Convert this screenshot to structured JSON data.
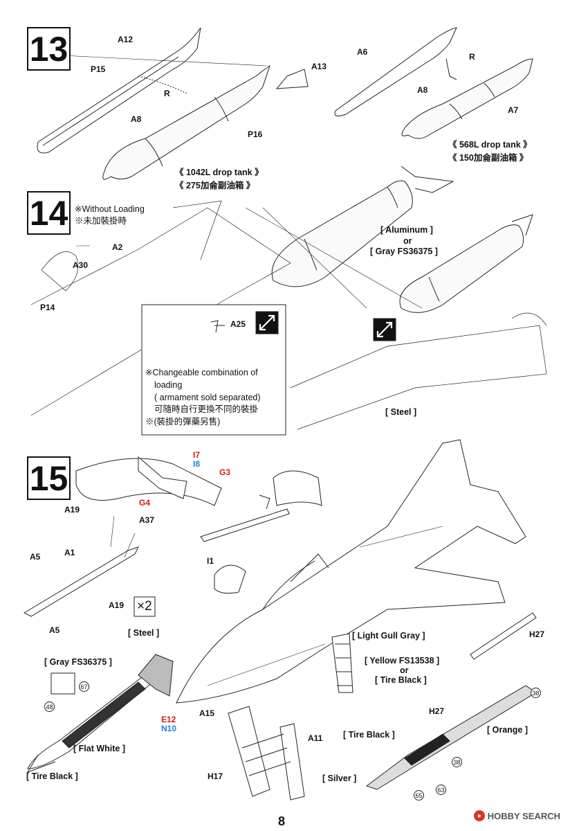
{
  "page": {
    "number": "8"
  },
  "watermark": {
    "text": "HOBBY SEARCH",
    "icon": "hobby-search-logo-icon"
  },
  "step13": {
    "number": "13",
    "labels": {
      "a12": "A12",
      "p15": "P15",
      "r": "R",
      "a8": "A8",
      "a13": "A13",
      "p16": "P16",
      "a6": "A6",
      "r2": "R",
      "a8b": "A8",
      "a7": "A7"
    },
    "tank_large": {
      "en": "《  1042L drop tank  》",
      "zh": "《  275加侖副油箱  》"
    },
    "tank_small": {
      "en": "《  568L drop tank  》",
      "zh": "《  150加侖副油箱  》"
    }
  },
  "step14": {
    "number": "14",
    "note_en": "※Without Loading",
    "note_zh": "※未加裝掛時",
    "labels": {
      "a2": "A2",
      "a30": "A30",
      "p14": "P14",
      "a25": "A25"
    },
    "box": {
      "line1": "※Changeable combination of",
      "line2": "loading",
      "line3": "( armament sold separated)",
      "line4": "可隨時自行更換不同的裝掛",
      "line5": "※(裝掛的彈藥另售)"
    },
    "paint": {
      "aluminum": "[ Aluminum ]",
      "or": "or",
      "gray": "[ Gray  FS36375 ]",
      "steel": "[ Steel ]"
    }
  },
  "step15": {
    "number": "15",
    "labels": {
      "i7": "I7",
      "i8": "I8",
      "g3": "G3",
      "g4": "G4",
      "a19": "A19",
      "a37": "A37",
      "a5": "A5",
      "a1": "A1",
      "a19b": "A19",
      "a5b": "A5",
      "times2": "×2",
      "i1": "I1",
      "h27": "H27",
      "h27b": "H27",
      "e12": "E12",
      "n10": "N10",
      "a15": "A15",
      "a11": "A11",
      "h17": "H17"
    },
    "paint": {
      "steel": "[ Steel ]",
      "gray": "[ Gray  FS36375 ]",
      "flat_white": "[ Flat White ]",
      "tire_black": "[ Tire Black ]",
      "light_gull": "[ Light Gull Gray ]",
      "yellow": "[ Yellow FS13538 ]",
      "or": "or",
      "tire_black2": "[ Tire Black ]",
      "orange": "[ Orange ]",
      "tire_black3": "[ Tire Black ]",
      "silver": "[ Silver ]"
    },
    "circles": {
      "c67": "67",
      "c48": "48",
      "c38": "38",
      "c38b": "38",
      "c65": "65",
      "c63": "63"
    }
  }
}
